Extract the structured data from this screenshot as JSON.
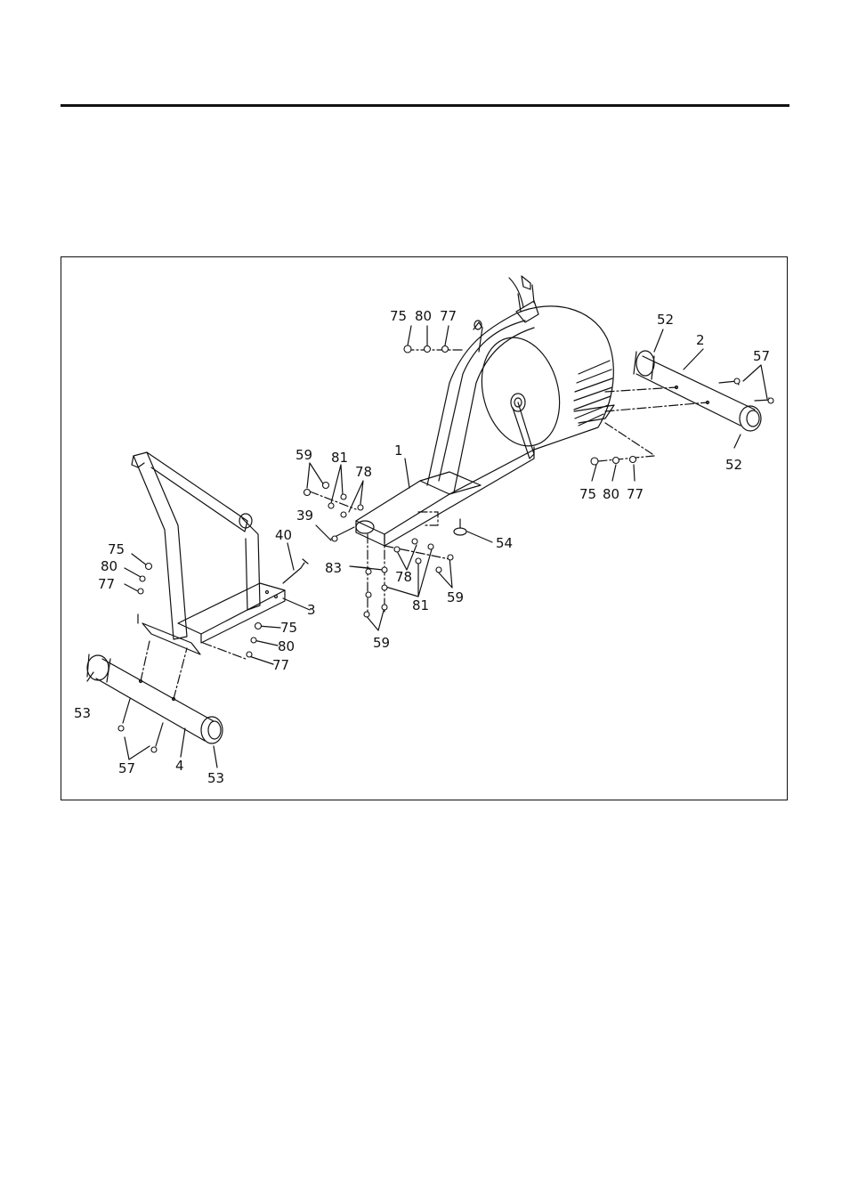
{
  "diagram": {
    "callouts": {
      "c75_top": "75",
      "c80_top": "80",
      "c77_top": "77",
      "c52_top": "52",
      "c2": "2",
      "c57_right": "57",
      "c52_bottom": "52",
      "c1": "1",
      "c59_left": "59",
      "c81_left": "81",
      "c78_left": "78",
      "c39": "39",
      "c40": "40",
      "c54": "54",
      "c75_right": "75",
      "c80_right": "80",
      "c77_right": "77",
      "c83": "83",
      "c78_mid": "78",
      "c81_mid": "81",
      "c59_mid": "59",
      "c59_bottom": "59",
      "c75_left": "75",
      "c80_left": "80",
      "c77_left": "77",
      "c3": "3",
      "c75_mid": "75",
      "c80_mid": "80",
      "c77_mid": "77",
      "c53_left": "53",
      "c57_left": "57",
      "c4": "4",
      "c53_right": "53"
    }
  }
}
